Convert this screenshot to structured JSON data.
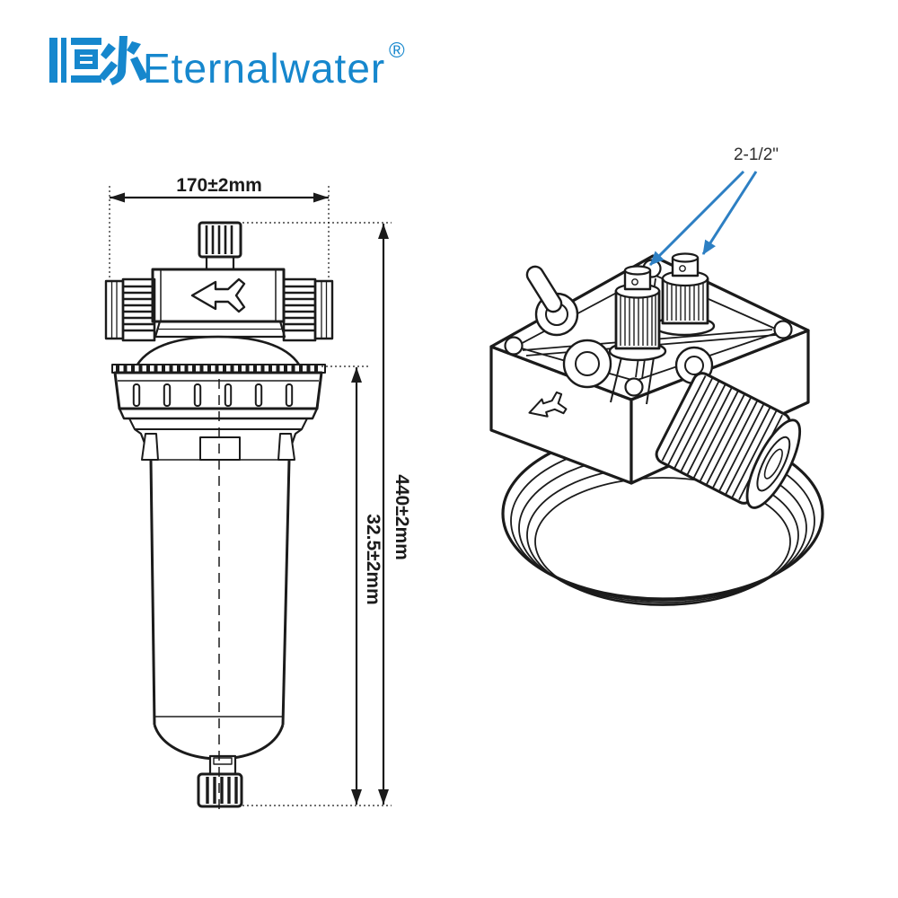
{
  "logo": {
    "cn": "恒水",
    "en": "Eternalwater",
    "reg": "®",
    "color": "#1687cd"
  },
  "front_view": {
    "dim_width": "170±2mm",
    "dim_total_height": "440±2mm",
    "dim_bowl_height": "32.5±2mm"
  },
  "iso_view": {
    "port_size": "2-1/2\""
  },
  "colors": {
    "line": "#1b1b1b",
    "logo_blue": "#1687cd",
    "callout_blue": "#2d7fc3"
  }
}
